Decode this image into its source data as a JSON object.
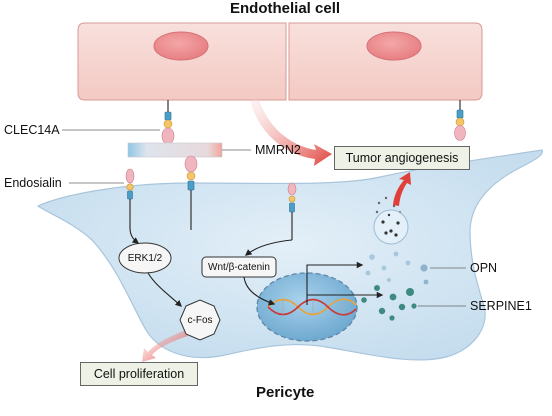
{
  "title_top": "Endothelial cell",
  "title_bottom": "Pericyte",
  "labels": {
    "clec14a": "CLEC14A",
    "mmrn2": "MMRN2",
    "endosialin": "Endosialin",
    "opn": "OPN",
    "serpine1": "SERPINE1"
  },
  "boxes": {
    "tumor_angiogenesis": "Tumor angiogenesis",
    "cell_proliferation": "Cell proliferation"
  },
  "nodes": {
    "erk": "ERK1/2",
    "cfos": "c-Fos",
    "wnt": "Wnt/β-catenin"
  },
  "colors": {
    "endothelial_fill": "#f6d6d2",
    "endothelial_stroke": "#d99a94",
    "nucleus_endo": "#ef8f92",
    "pericyte_fill": "#cfe3f1",
    "pericyte_stroke": "#a9c5dc",
    "nucleus_pericyte": "#8fc0e0",
    "arrow_red": "#e0403a",
    "box_fill": "#eef2e6",
    "teal": "#3f8a80"
  }
}
